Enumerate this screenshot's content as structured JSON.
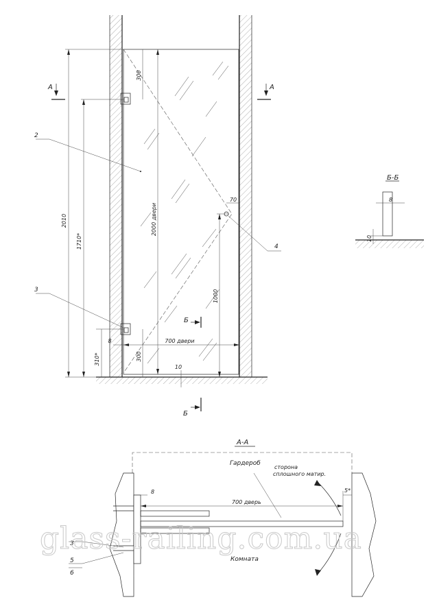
{
  "front_view": {
    "section_marker_a_left": "А",
    "section_marker_a_right": "А",
    "section_marker_b_top": "Б",
    "section_marker_b_bottom": "Б",
    "dimensions": {
      "total_height": "2010",
      "hinge_top_offset": "300",
      "door_height": "2000 двери",
      "hinge_span": "1710*",
      "hinge_bottom": "310*",
      "handle_height": "1000",
      "door_width": "700 двери",
      "gap_left": "8",
      "bottom_gap": "10",
      "bottom_hinge_offset": "300",
      "handle_gap": "70"
    },
    "callouts": {
      "glass": "2",
      "hinge": "3",
      "handle": "4"
    }
  },
  "section_bb": {
    "title": "Б-Б",
    "thickness": "8",
    "floor_gap": "10"
  },
  "section_aa": {
    "title": "А-А",
    "room_top": "Гардероб",
    "room_bottom": "Комната",
    "matte_side_line1": "сторона",
    "matte_side_line2": "сплошного матир.",
    "door_width": "700 дверь",
    "gap": "8",
    "clearance": "5*",
    "callout_3": "3",
    "callout_5": "5",
    "callout_6": "6"
  },
  "watermark": "glass-railing.com.ua"
}
